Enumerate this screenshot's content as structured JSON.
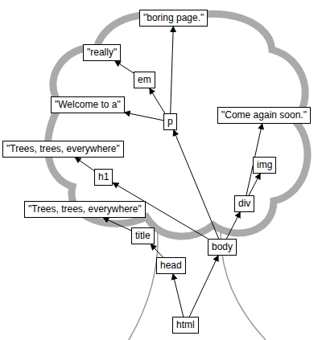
{
  "diagram": {
    "nodes": [
      {
        "text": [
          "\"boring page.\""
        ]
      },
      {
        "text": [
          "\"really\""
        ]
      },
      {
        "text": [
          "em"
        ]
      },
      {
        "text": [
          "\"Welcome to a\""
        ]
      },
      {
        "text": [
          "p"
        ]
      },
      {
        "text": [
          "\"Come again soon.\""
        ]
      },
      {
        "text": [
          "\"Trees, trees, everywhere\""
        ]
      },
      {
        "text": [
          "img"
        ]
      },
      {
        "text": [
          "h1"
        ]
      },
      {
        "text": [
          "div"
        ]
      },
      {
        "text": [
          "\"Trees, trees, everywhere\""
        ]
      },
      {
        "text": [
          "title"
        ]
      },
      {
        "text": [
          "body"
        ]
      },
      {
        "text": [
          "head"
        ]
      },
      {
        "text": [
          "html"
        ]
      }
    ],
    "edges": [
      {
        "from": 14,
        "to": 13,
        "arrow": "to"
      },
      {
        "from": 14,
        "to": 12,
        "arrow": "to"
      },
      {
        "from": 13,
        "to": 11,
        "arrow": "to"
      },
      {
        "from": 11,
        "to": 10,
        "arrow": "to"
      },
      {
        "from": 12,
        "to": 9,
        "arrow": "to"
      },
      {
        "from": 12,
        "to": 4,
        "arrow": "to"
      },
      {
        "from": 12,
        "to": 8,
        "arrow": "to"
      },
      {
        "from": 9,
        "to": 7,
        "arrow": "to"
      },
      {
        "from": 9,
        "to": 5,
        "arrow": "to"
      },
      {
        "from": 8,
        "to": 6,
        "arrow": "to"
      },
      {
        "from": 4,
        "to": 3,
        "arrow": "to"
      },
      {
        "from": 4,
        "to": 2,
        "arrow": "to"
      },
      {
        "from": 4,
        "to": 0,
        "arrow": "to"
      },
      {
        "from": 2,
        "to": 1,
        "arrow": "to"
      }
    ]
  }
}
